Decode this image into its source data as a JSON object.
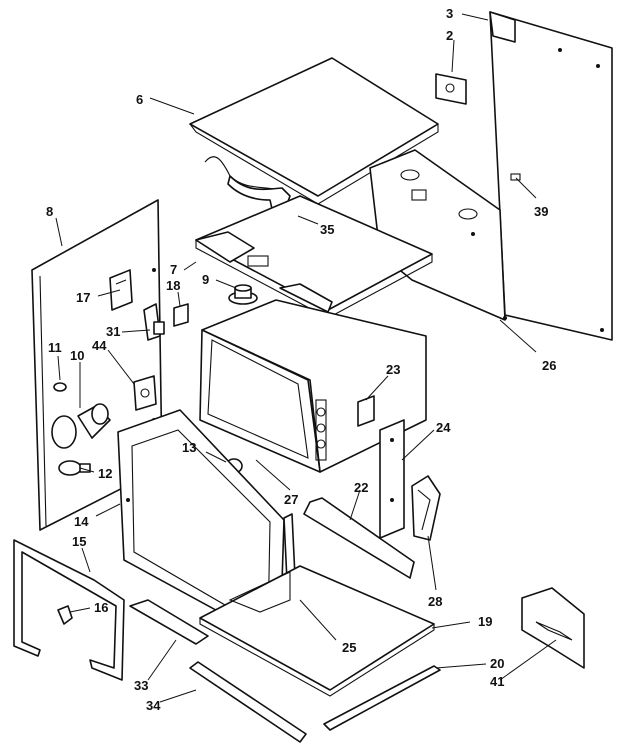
{
  "diagram": {
    "labels": {
      "p2": "2",
      "p3": "3",
      "p6": "6",
      "p7": "7",
      "p8": "8",
      "p9": "9",
      "p10": "10",
      "p11": "11",
      "p12": "12",
      "p13": "13",
      "p14": "14",
      "p15": "15",
      "p16": "16",
      "p17": "17",
      "p18": "18",
      "p19": "19",
      "p20": "20",
      "p22": "22",
      "p23": "23",
      "p24": "24",
      "p25": "25",
      "p26": "26",
      "p27": "27",
      "p28": "28",
      "p31": "31",
      "p33": "33",
      "p34": "34",
      "p35": "35",
      "p39": "39",
      "p41": "41",
      "p44": "44"
    }
  }
}
